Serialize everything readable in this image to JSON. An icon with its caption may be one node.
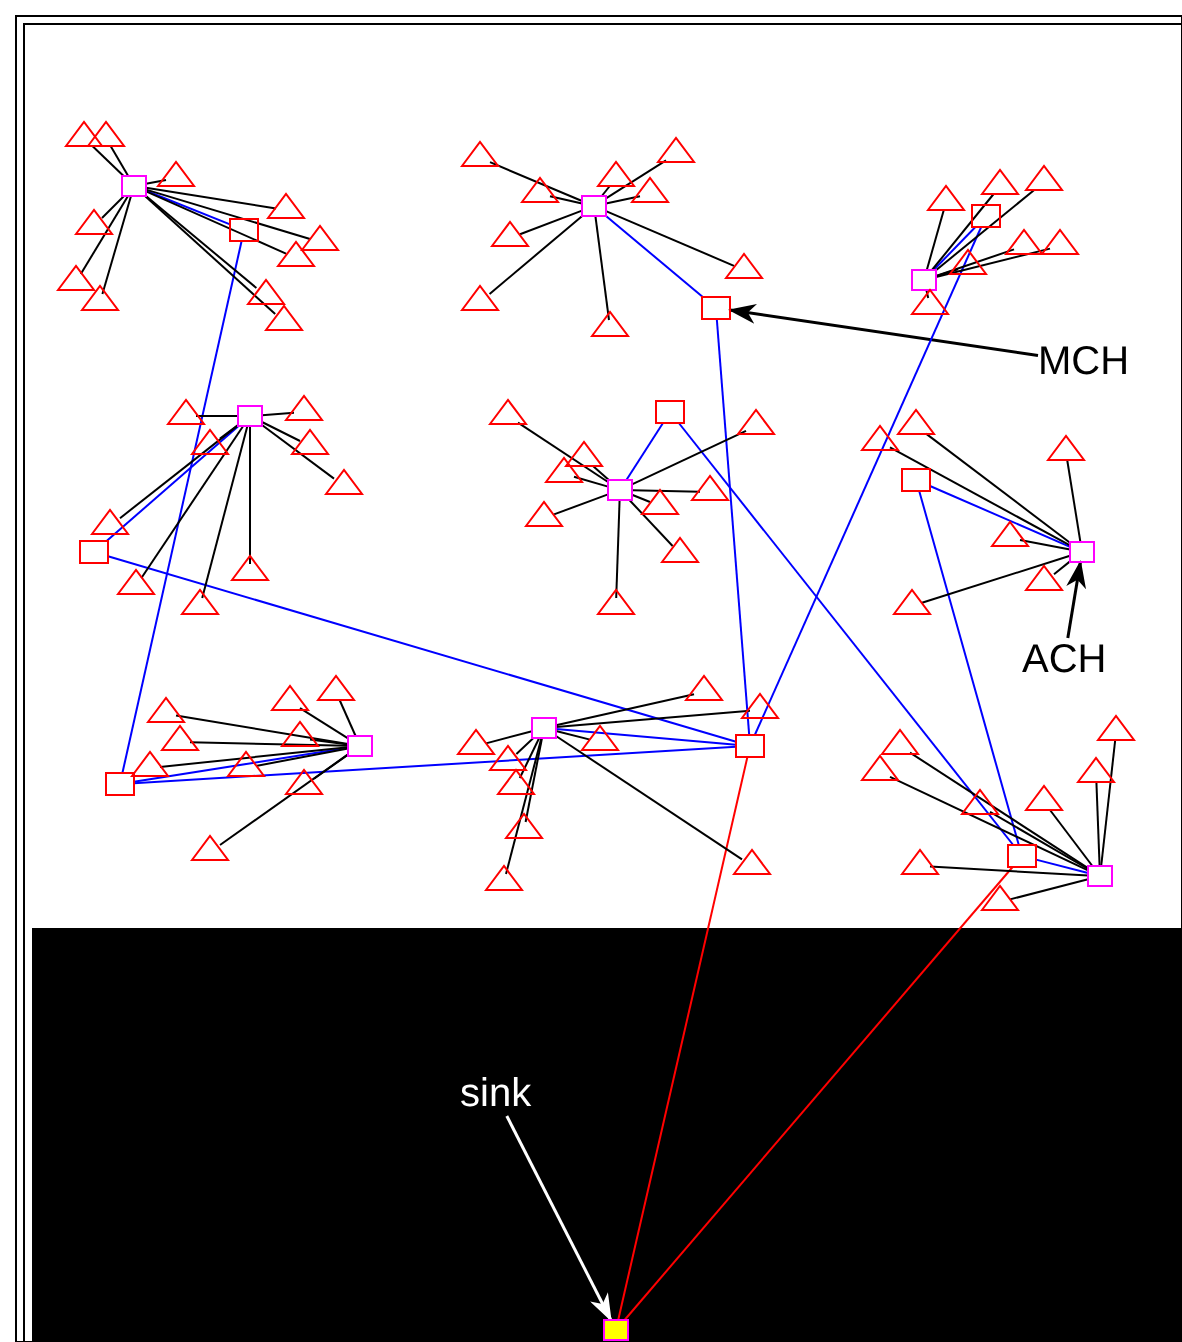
{
  "diagram": {
    "nodes": [
      {
        "text": [
          "MCH"
        ]
      },
      {
        "text": [],
        "shape": "box"
      },
      {
        "text": [
          "ACH"
        ]
      },
      {
        "text": [],
        "shape": "box"
      },
      {
        "text": [
          "sink"
        ]
      },
      {
        "text": [],
        "shape": "box"
      },
      {
        "text": [],
        "shape": "box"
      },
      {
        "text": [],
        "shape": "box"
      },
      {
        "text": [],
        "shape": "box"
      },
      {
        "text": [],
        "shape": "box"
      },
      {
        "text": [],
        "shape": "box"
      },
      {
        "text": [],
        "shape": "box"
      },
      {
        "text": [],
        "shape": "box"
      },
      {
        "text": [],
        "shape": "box"
      },
      {
        "text": [],
        "shape": "box"
      },
      {
        "text": [],
        "shape": "box"
      },
      {
        "text": [],
        "shape": "box"
      },
      {
        "text": [],
        "shape": "box"
      },
      {
        "text": [],
        "shape": "box"
      },
      {
        "text": [],
        "shape": "box"
      },
      {
        "text": [],
        "shape": "box"
      },
      {
        "text": [],
        "shape": "box"
      },
      {
        "text": [],
        "shape": "triangle"
      },
      {
        "text": [],
        "shape": "triangle"
      },
      {
        "text": [],
        "shape": "triangle"
      },
      {
        "text": [],
        "shape": "triangle"
      },
      {
        "text": [],
        "shape": "triangle"
      },
      {
        "text": [],
        "shape": "triangle"
      },
      {
        "text": [],
        "shape": "triangle"
      },
      {
        "text": [],
        "shape": "triangle"
      },
      {
        "text": [],
        "shape": "triangle"
      },
      {
        "text": [],
        "shape": "triangle"
      },
      {
        "text": [],
        "shape": "triangle"
      },
      {
        "text": [],
        "shape": "triangle"
      },
      {
        "text": [],
        "shape": "triangle"
      },
      {
        "text": [],
        "shape": "triangle"
      },
      {
        "text": [],
        "shape": "triangle"
      },
      {
        "text": [],
        "shape": "triangle"
      },
      {
        "text": [],
        "shape": "triangle"
      },
      {
        "text": [],
        "shape": "triangle"
      },
      {
        "text": [],
        "shape": "triangle"
      },
      {
        "text": [],
        "shape": "triangle"
      },
      {
        "text": [],
        "shape": "triangle"
      },
      {
        "text": [],
        "shape": "triangle"
      },
      {
        "text": [],
        "shape": "triangle"
      },
      {
        "text": [],
        "shape": "triangle"
      },
      {
        "text": [],
        "shape": "triangle"
      },
      {
        "text": [],
        "shape": "triangle"
      },
      {
        "text": [],
        "shape": "triangle"
      },
      {
        "text": [],
        "shape": "triangle"
      },
      {
        "text": [],
        "shape": "triangle"
      },
      {
        "text": [],
        "shape": "triangle"
      },
      {
        "text": [],
        "shape": "triangle"
      },
      {
        "text": [],
        "shape": "triangle"
      },
      {
        "text": [],
        "shape": "triangle"
      },
      {
        "text": [],
        "shape": "triangle"
      },
      {
        "text": [],
        "shape": "triangle"
      },
      {
        "text": [],
        "shape": "triangle"
      },
      {
        "text": [],
        "shape": "triangle"
      },
      {
        "text": [],
        "shape": "triangle"
      },
      {
        "text": [],
        "shape": "triangle"
      },
      {
        "text": [],
        "shape": "triangle"
      },
      {
        "text": [],
        "shape": "triangle"
      },
      {
        "text": [],
        "shape": "triangle"
      },
      {
        "text": [],
        "shape": "triangle"
      },
      {
        "text": [],
        "shape": "triangle"
      },
      {
        "text": [],
        "shape": "triangle"
      },
      {
        "text": [],
        "shape": "triangle"
      },
      {
        "text": [],
        "shape": "triangle"
      },
      {
        "text": [],
        "shape": "triangle"
      },
      {
        "text": [],
        "shape": "triangle"
      },
      {
        "text": [],
        "shape": "triangle"
      },
      {
        "text": [],
        "shape": "triangle"
      },
      {
        "text": [],
        "shape": "triangle"
      },
      {
        "text": [],
        "shape": "triangle"
      },
      {
        "text": [],
        "shape": "triangle"
      },
      {
        "text": [],
        "shape": "triangle"
      },
      {
        "text": [],
        "shape": "triangle"
      },
      {
        "text": [],
        "shape": "triangle"
      },
      {
        "text": [],
        "shape": "triangle"
      },
      {
        "text": [],
        "shape": "triangle"
      },
      {
        "text": [],
        "shape": "triangle"
      },
      {
        "text": [],
        "shape": "triangle"
      },
      {
        "text": [],
        "shape": "triangle"
      },
      {
        "text": [],
        "shape": "triangle"
      },
      {
        "text": [],
        "shape": "triangle"
      },
      {
        "text": [],
        "shape": "triangle"
      },
      {
        "text": [],
        "shape": "triangle"
      },
      {
        "text": [],
        "shape": "triangle"
      },
      {
        "text": [],
        "shape": "triangle"
      },
      {
        "text": [],
        "shape": "triangle"
      },
      {
        "text": [],
        "shape": "triangle"
      },
      {
        "text": [],
        "shape": "triangle"
      },
      {
        "text": [],
        "shape": "triangle"
      },
      {
        "text": [],
        "shape": "triangle"
      },
      {
        "text": [],
        "shape": "triangle"
      },
      {
        "text": [],
        "shape": "triangle"
      },
      {
        "text": [],
        "shape": "triangle"
      },
      {
        "text": [],
        "shape": "triangle"
      }
    ],
    "edges": [
      {
        "from": 0,
        "to": 1,
        "arrow": "to"
      },
      {
        "from": 2,
        "to": 3,
        "arrow": "to"
      },
      {
        "from": 4,
        "to": 5,
        "arrow": "to",
        "color": "#ffffff"
      },
      {
        "from": 6,
        "to": 5,
        "arrow": "none",
        "color": "#ff0000"
      },
      {
        "from": 7,
        "to": 5,
        "arrow": "none",
        "color": "#ff0000"
      },
      {
        "from": 8,
        "to": 9,
        "arrow": "none",
        "color": "#0000ff"
      },
      {
        "from": 9,
        "to": 19,
        "arrow": "none",
        "color": "#0000ff"
      },
      {
        "from": 10,
        "to": 1,
        "arrow": "none",
        "color": "#0000ff"
      },
      {
        "from": 1,
        "to": 6,
        "arrow": "none",
        "color": "#0000ff"
      },
      {
        "from": 11,
        "to": 12,
        "arrow": "none",
        "color": "#0000ff"
      },
      {
        "from": 12,
        "to": 6,
        "arrow": "none",
        "color": "#0000ff"
      },
      {
        "from": 13,
        "to": 14,
        "arrow": "none",
        "color": "#0000ff"
      },
      {
        "from": 14,
        "to": 6,
        "arrow": "none",
        "color": "#0000ff"
      },
      {
        "from": 15,
        "to": 16,
        "arrow": "none",
        "color": "#0000ff"
      },
      {
        "from": 16,
        "to": 7,
        "arrow": "none",
        "color": "#0000ff"
      },
      {
        "from": 3,
        "to": 17,
        "arrow": "none",
        "color": "#0000ff"
      },
      {
        "from": 17,
        "to": 7,
        "arrow": "none",
        "color": "#0000ff"
      },
      {
        "from": 18,
        "to": 19,
        "arrow": "none",
        "color": "#0000ff"
      },
      {
        "from": 19,
        "to": 6,
        "arrow": "none",
        "color": "#0000ff"
      },
      {
        "from": 20,
        "to": 6,
        "arrow": "none",
        "color": "#0000ff"
      },
      {
        "from": 21,
        "to": 7,
        "arrow": "none",
        "color": "#0000ff"
      },
      {
        "from": 8,
        "to": 22,
        "arrow": "none"
      },
      {
        "from": 8,
        "to": 23,
        "arrow": "none"
      },
      {
        "from": 8,
        "to": 24,
        "arrow": "none"
      },
      {
        "from": 8,
        "to": 25,
        "arrow": "none"
      },
      {
        "from": 8,
        "to": 26,
        "arrow": "none"
      },
      {
        "from": 8,
        "to": 27,
        "arrow": "none"
      },
      {
        "from": 8,
        "to": 28,
        "arrow": "none"
      },
      {
        "from": 8,
        "to": 29,
        "arrow": "none"
      },
      {
        "from": 8,
        "to": 30,
        "arrow": "none"
      },
      {
        "from": 8,
        "to": 31,
        "arrow": "none"
      },
      {
        "from": 8,
        "to": 32,
        "arrow": "none"
      },
      {
        "from": 10,
        "to": 33,
        "arrow": "none"
      },
      {
        "from": 10,
        "to": 34,
        "arrow": "none"
      },
      {
        "from": 10,
        "to": 35,
        "arrow": "none"
      },
      {
        "from": 10,
        "to": 36,
        "arrow": "none"
      },
      {
        "from": 10,
        "to": 37,
        "arrow": "none"
      },
      {
        "from": 10,
        "to": 38,
        "arrow": "none"
      },
      {
        "from": 10,
        "to": 39,
        "arrow": "none"
      },
      {
        "from": 10,
        "to": 40,
        "arrow": "none"
      },
      {
        "from": 10,
        "to": 41,
        "arrow": "none"
      },
      {
        "from": 11,
        "to": 42,
        "arrow": "none"
      },
      {
        "from": 11,
        "to": 43,
        "arrow": "none"
      },
      {
        "from": 11,
        "to": 44,
        "arrow": "none"
      },
      {
        "from": 11,
        "to": 45,
        "arrow": "none"
      },
      {
        "from": 11,
        "to": 46,
        "arrow": "none"
      },
      {
        "from": 11,
        "to": 47,
        "arrow": "none"
      },
      {
        "from": 11,
        "to": 48,
        "arrow": "none"
      },
      {
        "from": 13,
        "to": 49,
        "arrow": "none"
      },
      {
        "from": 13,
        "to": 50,
        "arrow": "none"
      },
      {
        "from": 13,
        "to": 51,
        "arrow": "none"
      },
      {
        "from": 13,
        "to": 52,
        "arrow": "none"
      },
      {
        "from": 13,
        "to": 53,
        "arrow": "none"
      },
      {
        "from": 13,
        "to": 54,
        "arrow": "none"
      },
      {
        "from": 13,
        "to": 55,
        "arrow": "none"
      },
      {
        "from": 13,
        "to": 56,
        "arrow": "none"
      },
      {
        "from": 13,
        "to": 57,
        "arrow": "none"
      },
      {
        "from": 15,
        "to": 58,
        "arrow": "none"
      },
      {
        "from": 15,
        "to": 59,
        "arrow": "none"
      },
      {
        "from": 15,
        "to": 60,
        "arrow": "none"
      },
      {
        "from": 15,
        "to": 61,
        "arrow": "none"
      },
      {
        "from": 15,
        "to": 62,
        "arrow": "none"
      },
      {
        "from": 15,
        "to": 63,
        "arrow": "none"
      },
      {
        "from": 15,
        "to": 64,
        "arrow": "none"
      },
      {
        "from": 15,
        "to": 65,
        "arrow": "none"
      },
      {
        "from": 15,
        "to": 66,
        "arrow": "none"
      },
      {
        "from": 3,
        "to": 67,
        "arrow": "none"
      },
      {
        "from": 3,
        "to": 68,
        "arrow": "none"
      },
      {
        "from": 3,
        "to": 69,
        "arrow": "none"
      },
      {
        "from": 3,
        "to": 70,
        "arrow": "none"
      },
      {
        "from": 3,
        "to": 71,
        "arrow": "none"
      },
      {
        "from": 3,
        "to": 72,
        "arrow": "none"
      },
      {
        "from": 18,
        "to": 73,
        "arrow": "none"
      },
      {
        "from": 18,
        "to": 74,
        "arrow": "none"
      },
      {
        "from": 18,
        "to": 75,
        "arrow": "none"
      },
      {
        "from": 18,
        "to": 76,
        "arrow": "none"
      },
      {
        "from": 18,
        "to": 77,
        "arrow": "none"
      },
      {
        "from": 18,
        "to": 78,
        "arrow": "none"
      },
      {
        "from": 18,
        "to": 79,
        "arrow": "none"
      },
      {
        "from": 18,
        "to": 80,
        "arrow": "none"
      },
      {
        "from": 18,
        "to": 81,
        "arrow": "none"
      },
      {
        "from": 20,
        "to": 82,
        "arrow": "none"
      },
      {
        "from": 20,
        "to": 83,
        "arrow": "none"
      },
      {
        "from": 20,
        "to": 84,
        "arrow": "none"
      },
      {
        "from": 20,
        "to": 85,
        "arrow": "none"
      },
      {
        "from": 20,
        "to": 86,
        "arrow": "none"
      },
      {
        "from": 20,
        "to": 87,
        "arrow": "none"
      },
      {
        "from": 20,
        "to": 88,
        "arrow": "none"
      },
      {
        "from": 20,
        "to": 89,
        "arrow": "none"
      },
      {
        "from": 20,
        "to": 90,
        "arrow": "none"
      },
      {
        "from": 21,
        "to": 91,
        "arrow": "none"
      },
      {
        "from": 21,
        "to": 92,
        "arrow": "none"
      },
      {
        "from": 21,
        "to": 93,
        "arrow": "none"
      },
      {
        "from": 21,
        "to": 94,
        "arrow": "none"
      },
      {
        "from": 21,
        "to": 95,
        "arrow": "none"
      },
      {
        "from": 21,
        "to": 96,
        "arrow": "none"
      },
      {
        "from": 21,
        "to": 97,
        "arrow": "none"
      },
      {
        "from": 21,
        "to": 98,
        "arrow": "none"
      }
    ]
  }
}
